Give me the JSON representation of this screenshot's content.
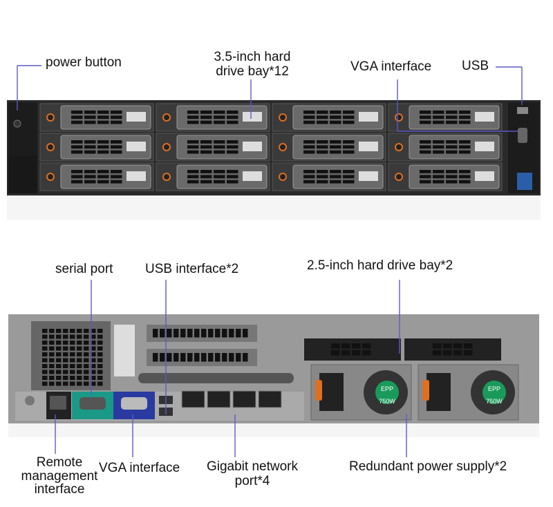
{
  "front": {
    "labels": {
      "power_button": "power button",
      "drive_bay_line1": "3.5-inch hard",
      "drive_bay_line2": "drive bay*12",
      "vga": "VGA interface",
      "usb": "USB"
    }
  },
  "rear": {
    "labels": {
      "serial_port": "serial port",
      "usb": "USB interface*2",
      "drive_bay": "2.5-inch hard drive bay*2",
      "remote_line1": "Remote",
      "remote_line2": "management",
      "remote_line3": "interface",
      "vga": "VGA interface",
      "network_line1": "Gigabit network",
      "network_line2": "port*4",
      "psu": "Redundant power supply*2"
    },
    "psu_badge": "EPP",
    "psu_watt": "750W"
  },
  "colors": {
    "leader_line": "#5a5ac8",
    "chassis": "#2a2a2a",
    "bay": "#6a6a6a",
    "serial": "#1a9a86",
    "vga": "#2a3aa0",
    "psu_badge": "#1a9a5a",
    "latch": "#e07020"
  }
}
